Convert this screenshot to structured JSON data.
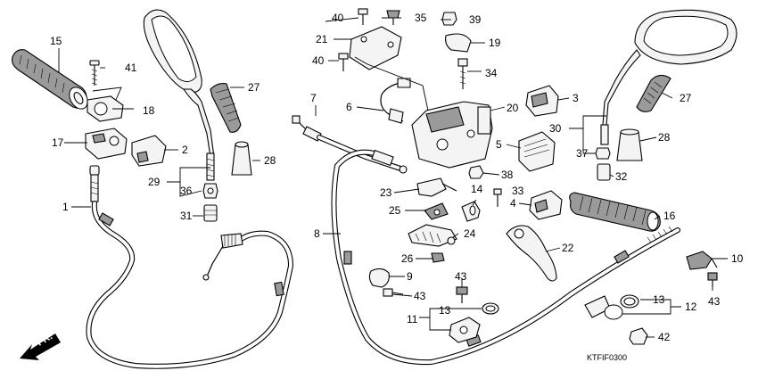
{
  "diagram_code": "KTFIF0300",
  "direction_label": "FR.",
  "callouts": {
    "c1": "1",
    "c2": "2",
    "c3": "3",
    "c4": "4",
    "c5": "5",
    "c6": "6",
    "c7": "7",
    "c8": "8",
    "c9": "9",
    "c10": "10",
    "c11": "11",
    "c12": "12",
    "c13a": "13",
    "c13b": "13",
    "c14": "14",
    "c15": "15",
    "c16": "16",
    "c17": "17",
    "c18": "18",
    "c19": "19",
    "c20": "20",
    "c21": "21",
    "c22": "22",
    "c23": "23",
    "c24": "24",
    "c25": "25",
    "c26": "26",
    "c27a": "27",
    "c27b": "27",
    "c28a": "28",
    "c28b": "28",
    "c29": "29",
    "c30": "30",
    "c31": "31",
    "c32": "32",
    "c33": "33",
    "c34": "34",
    "c35": "35",
    "c36": "36",
    "c37": "37",
    "c38": "38",
    "c39": "39",
    "c40a": "40",
    "c40b": "40",
    "c41": "41",
    "c42": "42",
    "c43a": "43",
    "c43b": "43",
    "c43c": "43"
  }
}
